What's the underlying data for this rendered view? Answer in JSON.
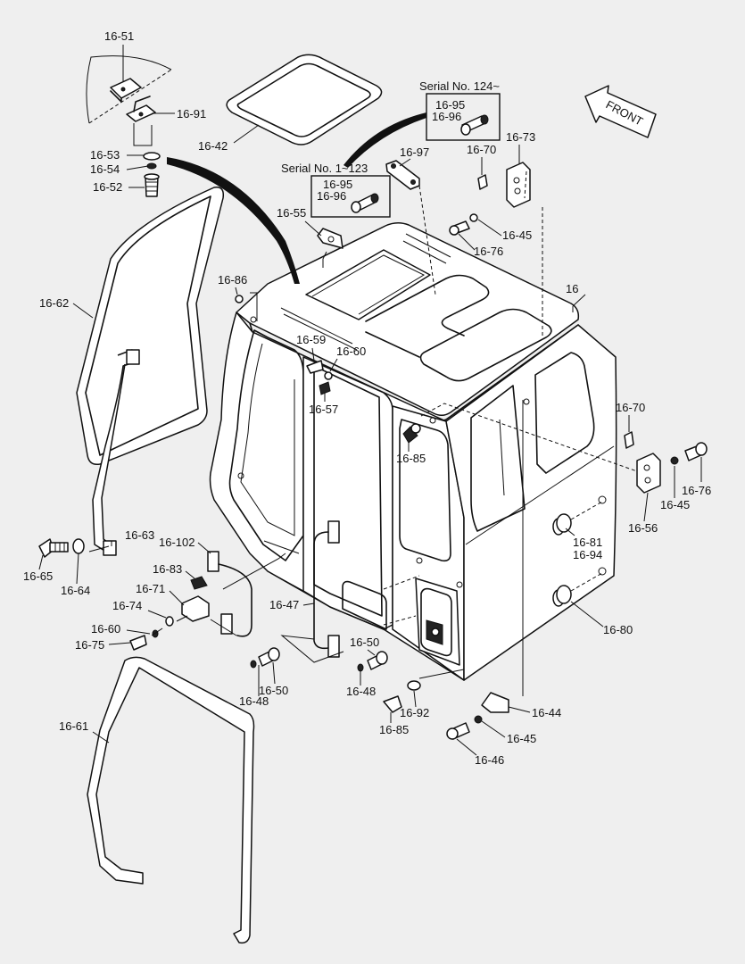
{
  "labels": {
    "l16_51": "16-51",
    "l16_91": "16-91",
    "l16_42": "16-42",
    "l16_53": "16-53",
    "l16_54": "16-54",
    "l16_52": "16-52",
    "l16_62": "16-62",
    "l16_55": "16-55",
    "l16_86": "16-86",
    "l16_59": "16-59",
    "l16_60a": "16-60",
    "l16_57": "16-57",
    "l16_85a": "16-85",
    "l16_97": "16-97",
    "l16_70a": "16-70",
    "l16_73": "16-73",
    "l16_45a": "16-45",
    "l16_76a": "16-76",
    "l16": "16",
    "l16_70b": "16-70",
    "l16_45b": "16-45",
    "l16_76b": "16-76",
    "l16_56": "16-56",
    "l16_81": "16-81",
    "l16_94": "16-94",
    "l16_80": "16-80",
    "l16_63": "16-63",
    "l16_65": "16-65",
    "l16_64": "16-64",
    "l16_102": "16-102",
    "l16_83": "16-83",
    "l16_71": "16-71",
    "l16_74": "16-74",
    "l16_60b": "16-60",
    "l16_75": "16-75",
    "l16_47": "16-47",
    "l16_50a": "16-50",
    "l16_48a": "16-48",
    "l16_50b": "16-50",
    "l16_48b": "16-48",
    "l16_92": "16-92",
    "l16_85b": "16-85",
    "l16_44": "16-44",
    "l16_45c": "16-45",
    "l16_46": "16-46",
    "l16_61": "16-61"
  },
  "serial_boxes": {
    "upper": {
      "title": "Serial No. 124~",
      "part_a": "16-95",
      "part_b": "16-96"
    },
    "lower": {
      "title": "Serial No. 1~123",
      "part_a": "16-95",
      "part_b": "16-96"
    }
  },
  "front_arrow": {
    "label": "FRONT"
  }
}
